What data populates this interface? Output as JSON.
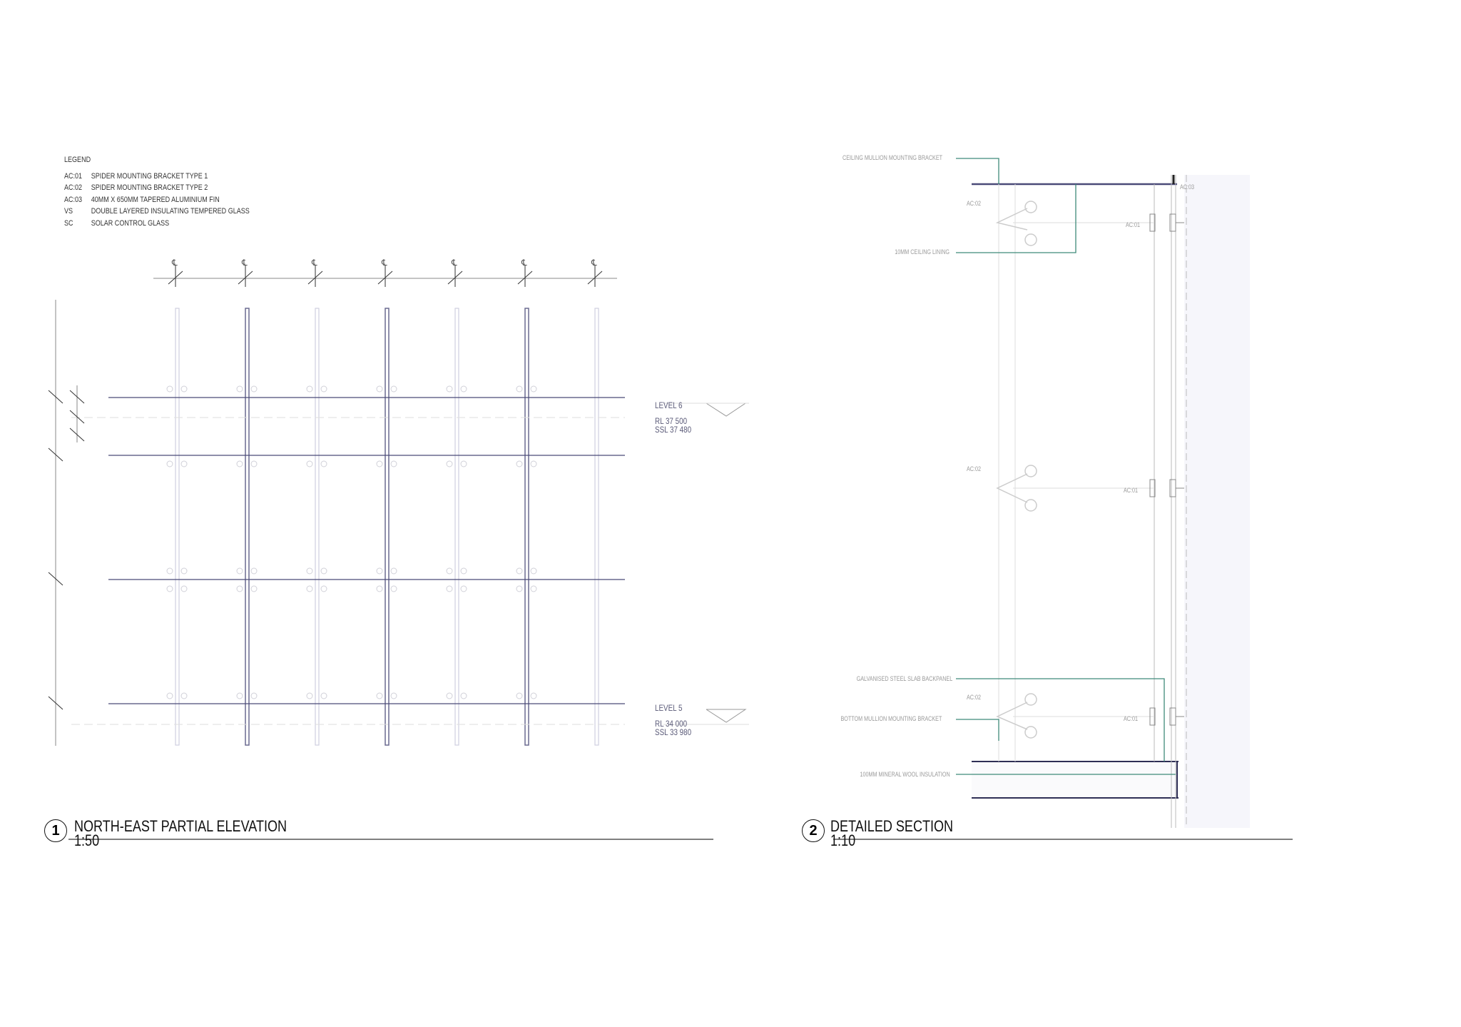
{
  "legend": {
    "title": "LEGEND",
    "items": [
      {
        "code": "AC:01",
        "desc": "SPIDER MOUNTING BRACKET TYPE 1"
      },
      {
        "code": "AC:02",
        "desc": "SPIDER MOUNTING BRACKET TYPE 2"
      },
      {
        "code": "AC:03",
        "desc": "40MM X 650MM TAPERED ALUMINIUM FIN"
      },
      {
        "code": "VS",
        "desc": "DOUBLE LAYERED INSULATING TEMPERED GLASS"
      },
      {
        "code": "SC",
        "desc": "SOLAR CONTROL GLASS"
      }
    ]
  },
  "elevation": {
    "levels": [
      {
        "name": "LEVEL 6",
        "rl": "RL 37 500",
        "ssl": "SSL 37 480"
      },
      {
        "name": "LEVEL 5",
        "rl": "RL 34 000",
        "ssl": "SSL 33 980"
      }
    ],
    "drawing": {
      "number": "1",
      "title": "NORTH-EAST PARTIAL ELEVATION",
      "scale": "1:50"
    }
  },
  "section": {
    "notes": {
      "ceiling_bracket": "CEILING MULLION MOUNTING BRACKET",
      "ceiling_lining": "10MM CEILING LINING",
      "backpanel": "GALVANISED STEEL SLAB BACKPANEL",
      "bottom_bracket": "BOTTOM MULLION MOUNTING BRACKET",
      "insulation": "100MM MINERAL WOOL INSULATION"
    },
    "tags": {
      "ac02_top": "AC:02",
      "ac01_top": "AC:01",
      "ac03": "AC:03",
      "ac02_mid": "AC:02",
      "ac01_mid": "AC:01",
      "ac02_bot": "AC:02",
      "ac01_bot": "AC:01"
    },
    "drawing": {
      "number": "2",
      "title": "DETAILED SECTION",
      "scale": "1:10"
    }
  },
  "colors": {
    "line": "#333",
    "mullion": "#6b6b90",
    "leader": "#3f8a7a",
    "faint": "#cfcfe0",
    "cladding": "#f6f6fb"
  }
}
